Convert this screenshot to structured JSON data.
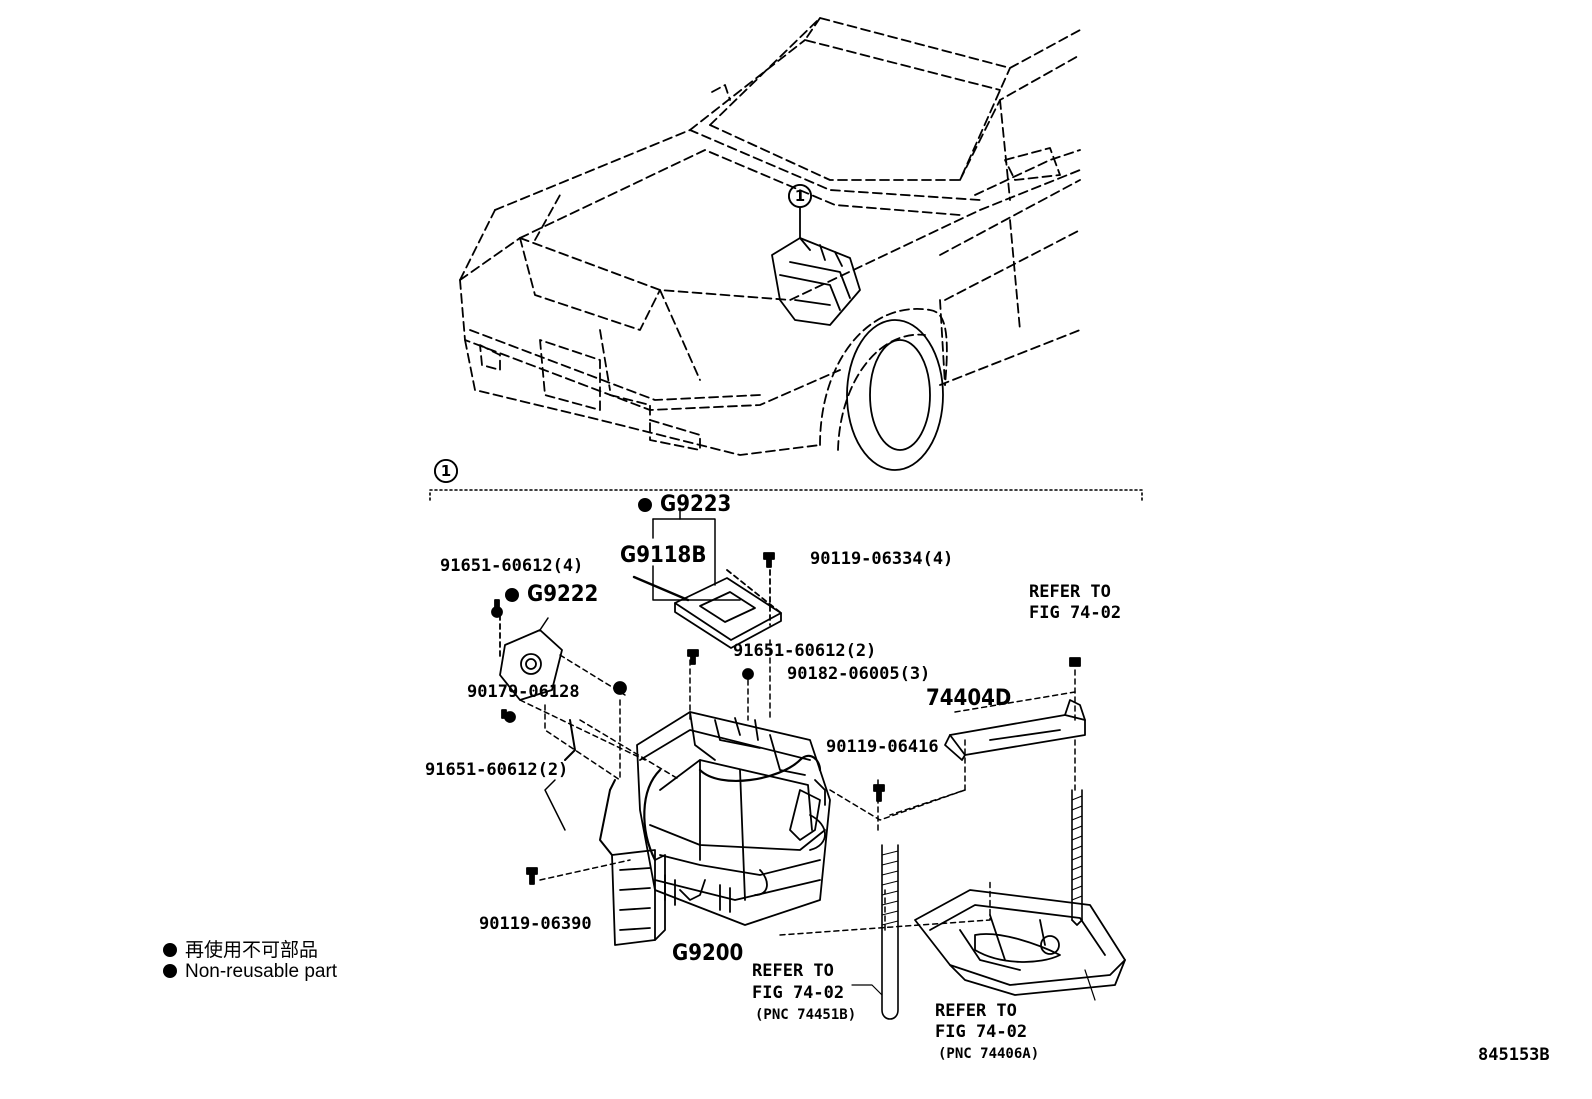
{
  "callout": {
    "symbol": "1"
  },
  "parts": {
    "g9223": "G9223",
    "g9118b": "G9118B",
    "g9222": "G9222",
    "g9200": "G9200",
    "p74404d": "74404D",
    "p91651_60612_4": "91651-60612(4)",
    "p90119_06334_4": "90119-06334(4)",
    "p91651_60612_2a": "91651-60612(2)",
    "p90182_06005_3": "90182-06005(3)",
    "p90179_06128": "90179-06128",
    "p91651_60612_2b": "91651-60612(2)",
    "p90119_06416": "90119-06416",
    "p90119_06390": "90119-06390"
  },
  "refs": {
    "top_right": {
      "line1": "REFER TO",
      "line2": "FIG 74-02"
    },
    "bottom_mid": {
      "line1": "REFER TO",
      "line2": "FIG 74-02",
      "pnc": "(PNC 74451B)"
    },
    "bottom_right": {
      "line1": "REFER TO",
      "line2": "FIG 74-02",
      "pnc": "(PNC 74406A)"
    }
  },
  "legend": {
    "jp": "再使用不可部品",
    "en": "Non-reusable part"
  },
  "diagram_id": "845153B"
}
